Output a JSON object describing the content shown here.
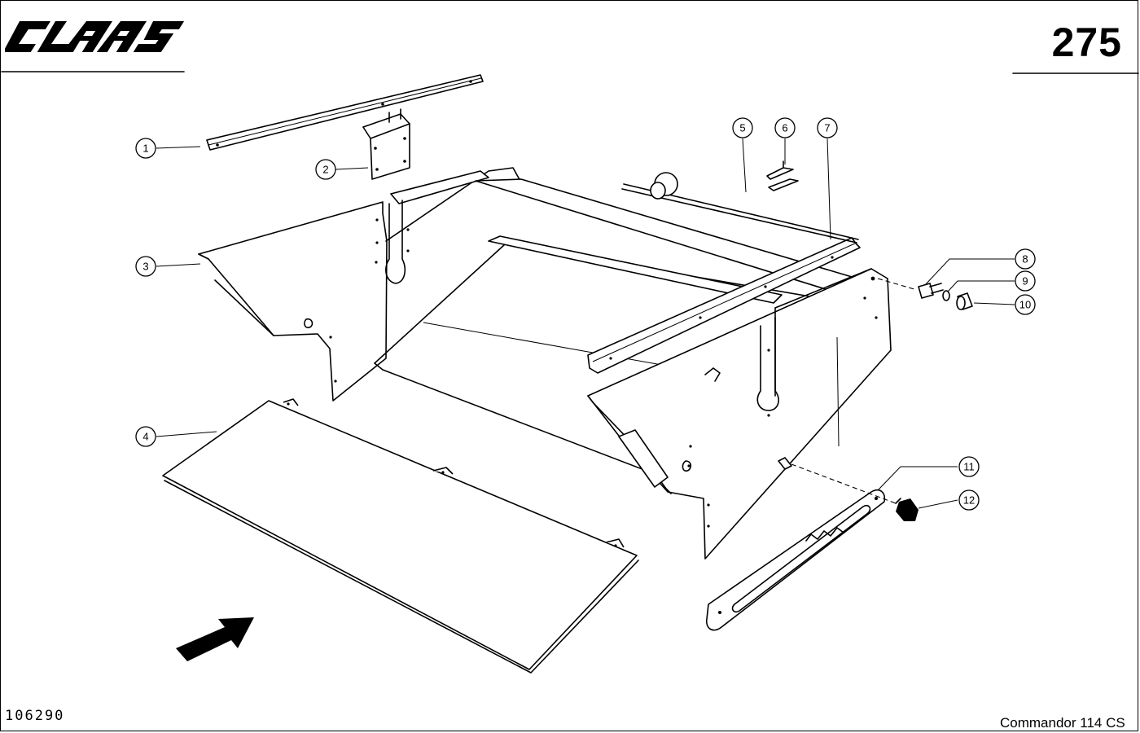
{
  "header": {
    "brand": "CLAAS",
    "page_number": "275"
  },
  "footer": {
    "document_code": "106290",
    "model": "Commandor 114 CS"
  },
  "callouts": [
    "1",
    "2",
    "3",
    "4",
    "5",
    "6",
    "7",
    "8",
    "9",
    "10",
    "11",
    "12"
  ]
}
